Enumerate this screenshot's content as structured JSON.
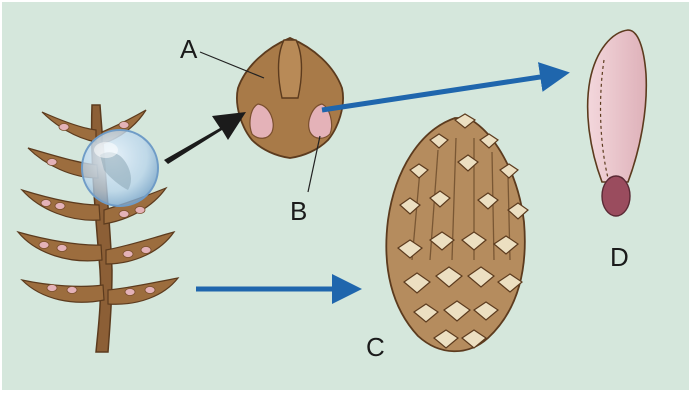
{
  "labels": {
    "a": "A",
    "b": "B",
    "c": "C",
    "d": "D"
  },
  "colors": {
    "background": "#d5e7dc",
    "border": "#ffffff",
    "scale_brown": "#8c5f36",
    "scale_fill": "#9c6d3e",
    "ovule_pink": "#e4b2b8",
    "seed_pink": "#ecc7cd",
    "seed_base": "#9a4c5e",
    "cone_light": "#ecdfc1",
    "cone_dark": "#85603d",
    "arrow_blue": "#1f66ad",
    "arrow_black": "#1b1b1b",
    "lens": "#bfd8ef"
  }
}
